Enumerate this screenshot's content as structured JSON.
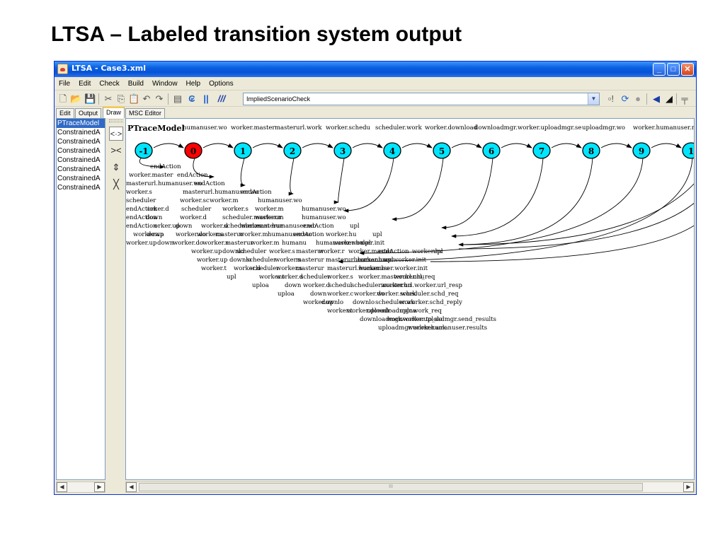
{
  "slide_title": "LTSA – Labeled transition system output",
  "window": {
    "title": "LTSA - Case3.xml",
    "buttons": [
      "_",
      "□",
      "✕"
    ]
  },
  "menu": [
    "File",
    "Edit",
    "Check",
    "Build",
    "Window",
    "Help",
    "Options"
  ],
  "toolbar": {
    "target_value": "ImpliedScenarioCheck"
  },
  "tabs": [
    "Edit",
    "Output",
    "Draw",
    "MSC Editor"
  ],
  "active_tab": "Draw",
  "process_list": [
    "PTraceModel",
    "ConstrainedA",
    "ConstrainedA",
    "ConstrainedA",
    "ConstrainedA",
    "ConstrainedA",
    "ConstrainedA",
    "ConstrainedA"
  ],
  "diagram": {
    "name": "PTraceModel",
    "states": [
      "-1",
      "0",
      "1",
      "2",
      "3",
      "4",
      "5",
      "6",
      "7",
      "8",
      "9",
      "1"
    ],
    "top_labels": [
      "humanuser.wo",
      "worker.master",
      "masterurl.work",
      "worker.schedu",
      "scheduler.work",
      "worker.download",
      "downloadmgr.worker.uploadmgr.se",
      "uploadmgr.wo",
      "worker.humanuser.re"
    ],
    "back_labels": [
      "endAction",
      "worker.master",
      "endAction",
      "masterurl.humanuser.wo",
      "endAction",
      "worker.s",
      "masterurl.humanuser.wo",
      "endAction",
      "scheduler",
      "worker.sc",
      "worker.m",
      "humanuser.wo",
      "endAction",
      "orker.d",
      "scheduler",
      "worker.s",
      "worker.m",
      "humanuser.wo",
      "endAction",
      "down",
      "worker.d",
      "scheduler.masterur",
      "worker.m",
      "humanuser.wo",
      "endAction",
      "orker.up",
      "down",
      "worker.d",
      "scheduler.masterur",
      "worker.m",
      "humanuser.wo",
      "endAction",
      "upl",
      "worker.up",
      "down",
      "worker.do",
      "worker.s",
      "masterur",
      "worker.m",
      "humanuser.wo",
      "endAction",
      "worker.hu",
      "upl",
      "worker.up",
      "down",
      "worker.do",
      "worker.s",
      "masterur",
      "worker.m",
      "humanu",
      "humanuser.worker.init",
      "worker.hu",
      "upl",
      "worker.up",
      "downlo",
      "scheduler",
      "worker.s",
      "masterur",
      "worker.r",
      "worker.master",
      "endAction",
      "worker.hu",
      "upl",
      "worker.up",
      "downlo",
      "scheduler",
      "worker.s",
      "masterur",
      "masterurl.humanuser.worker.init",
      "worker.hu",
      "upl",
      "worker.t",
      "worker.d",
      "scheduler",
      "worker.s",
      "masterur",
      "masterurl.humanuser.worker.init",
      "worker.hu",
      "upl",
      "worker.t",
      "worker.d",
      "scheduler",
      "worker.s",
      "worker.masterurl.url_req",
      "worker.hu",
      "uploa",
      "down",
      "worker.d",
      "schedul",
      "scheduler.masterurl.worker.url_resp",
      "worker.hu",
      "uploa",
      "down",
      "worker.c",
      "worker.do",
      "worker.scheduler.schd_req",
      "work",
      "worker.up",
      "downlo",
      "downlo",
      "scheduler.worker.schd_reply",
      "work",
      "worker.t",
      "worker.downloadmgr.work_req",
      "uploadr",
      "uploa",
      "downloadmgr.worker.to_do",
      "work",
      "worker.uploadmgr.send_results",
      "uploadmgr.worker.ack",
      "worker.humanuser.results"
    ]
  },
  "scroll": {
    "thumb_glyph": "III"
  }
}
